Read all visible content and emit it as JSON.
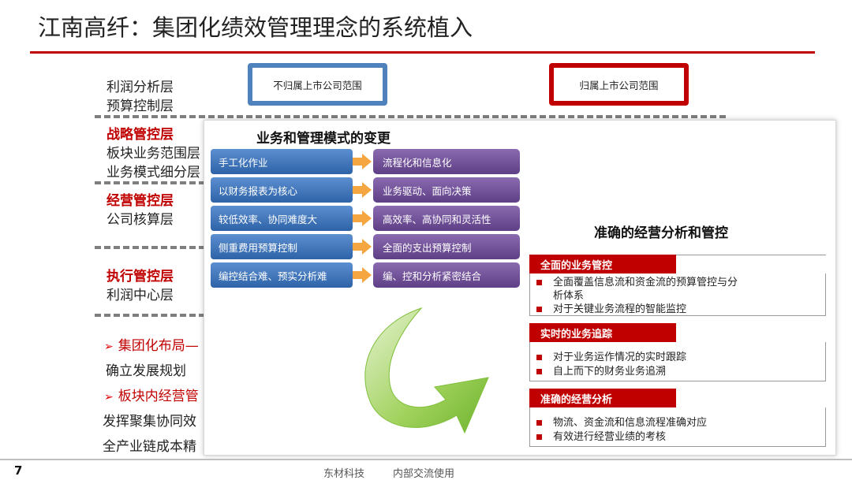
{
  "title": "江南高纤：集团化绩效管理理念的系统植入",
  "left_layers": {
    "group1": [
      "利润分析层",
      "预算控制层"
    ],
    "strategy_label": "战略管控层",
    "strategy_items": [
      "板块业务范围层",
      "业务模式细分层"
    ],
    "operation_label": "经营管控层",
    "operation_items": [
      "公司核算层"
    ],
    "execution_label": "执行管控层",
    "execution_items": [
      "利润中心层"
    ]
  },
  "scope_boxes": {
    "left": {
      "label": "不归属上市公司范围",
      "color": "#4f81bd"
    },
    "right": {
      "label": "归属上市公司范围",
      "color": "#c00000"
    }
  },
  "bottom_list": {
    "bullet1": "集团化布局—",
    "line1": "确立发展规划",
    "bullet2": "板块内经营管",
    "line2": "发挥聚集协同效",
    "line3": "全产业链成本精"
  },
  "overlay": {
    "title": "业务和管理模式的变更",
    "changes": [
      {
        "from": "手工化作业",
        "to": "流程化和信息化"
      },
      {
        "from": "以财务报表为核心",
        "to": "业务驱动、面向决策"
      },
      {
        "from": "较低效率、协同难度大",
        "to": "高效率、高协同和灵活性"
      },
      {
        "from": "侧重费用预算控制",
        "to": "全面的支出预算控制"
      },
      {
        "from": "编控结合难、预实分析难",
        "to": "编、控和分析紧密结合"
      }
    ],
    "right_title": "准确的经营分析和管控",
    "sections": [
      {
        "head": "全面的业务管控",
        "items": [
          "全面覆盖信息流和资金流的预算管控与分",
          "析体系",
          "对于关键业务流程的智能监控"
        ]
      },
      {
        "head": "实时的业务追踪",
        "items": [
          "对于业务运作情况的实时跟踪",
          "自上而下的财务业务追溯"
        ]
      },
      {
        "head": "准确的经营分析",
        "items": [
          "物流、资金流和信息流程准确对应",
          "有效进行经营业绩的考核"
        ]
      }
    ]
  },
  "footer": {
    "page": "7",
    "company": "东材科技",
    "note": "内部交流使用"
  },
  "colors": {
    "accent_red": "#c00000",
    "blue": "#4f81bd",
    "purple": "#6a4a92",
    "green": "#8ec641"
  }
}
